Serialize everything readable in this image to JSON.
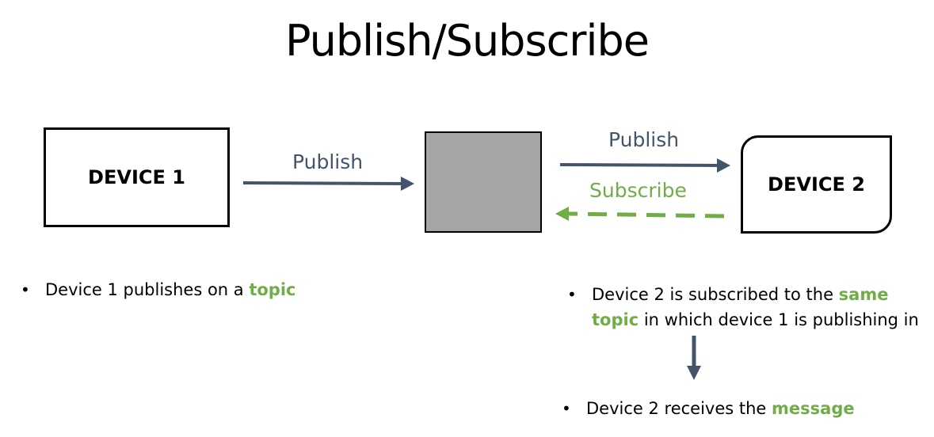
{
  "title": "Publish/Subscribe",
  "devices": {
    "device1": "DEVICE 1",
    "device2": "DEVICE 2"
  },
  "arrows": {
    "publish_in": "Publish",
    "publish_out": "Publish",
    "subscribe": "Subscribe"
  },
  "colors": {
    "publish_arrow": "#44546a",
    "subscribe_arrow": "#70ad47",
    "broker_fill": "#a5a5a5"
  },
  "bullets": {
    "b1": {
      "bullet": "•",
      "text": "Device 1 publishes on a ",
      "highlight": "topic"
    },
    "b2": {
      "bullet": "•",
      "text_before": "Device 2  is subscribed to the ",
      "highlight1": "same",
      "highlight2": "topic",
      "text_after": " in which device 1 is publishing in"
    },
    "b3": {
      "bullet": "•",
      "text": "Device 2  receives the ",
      "highlight": "message"
    }
  }
}
